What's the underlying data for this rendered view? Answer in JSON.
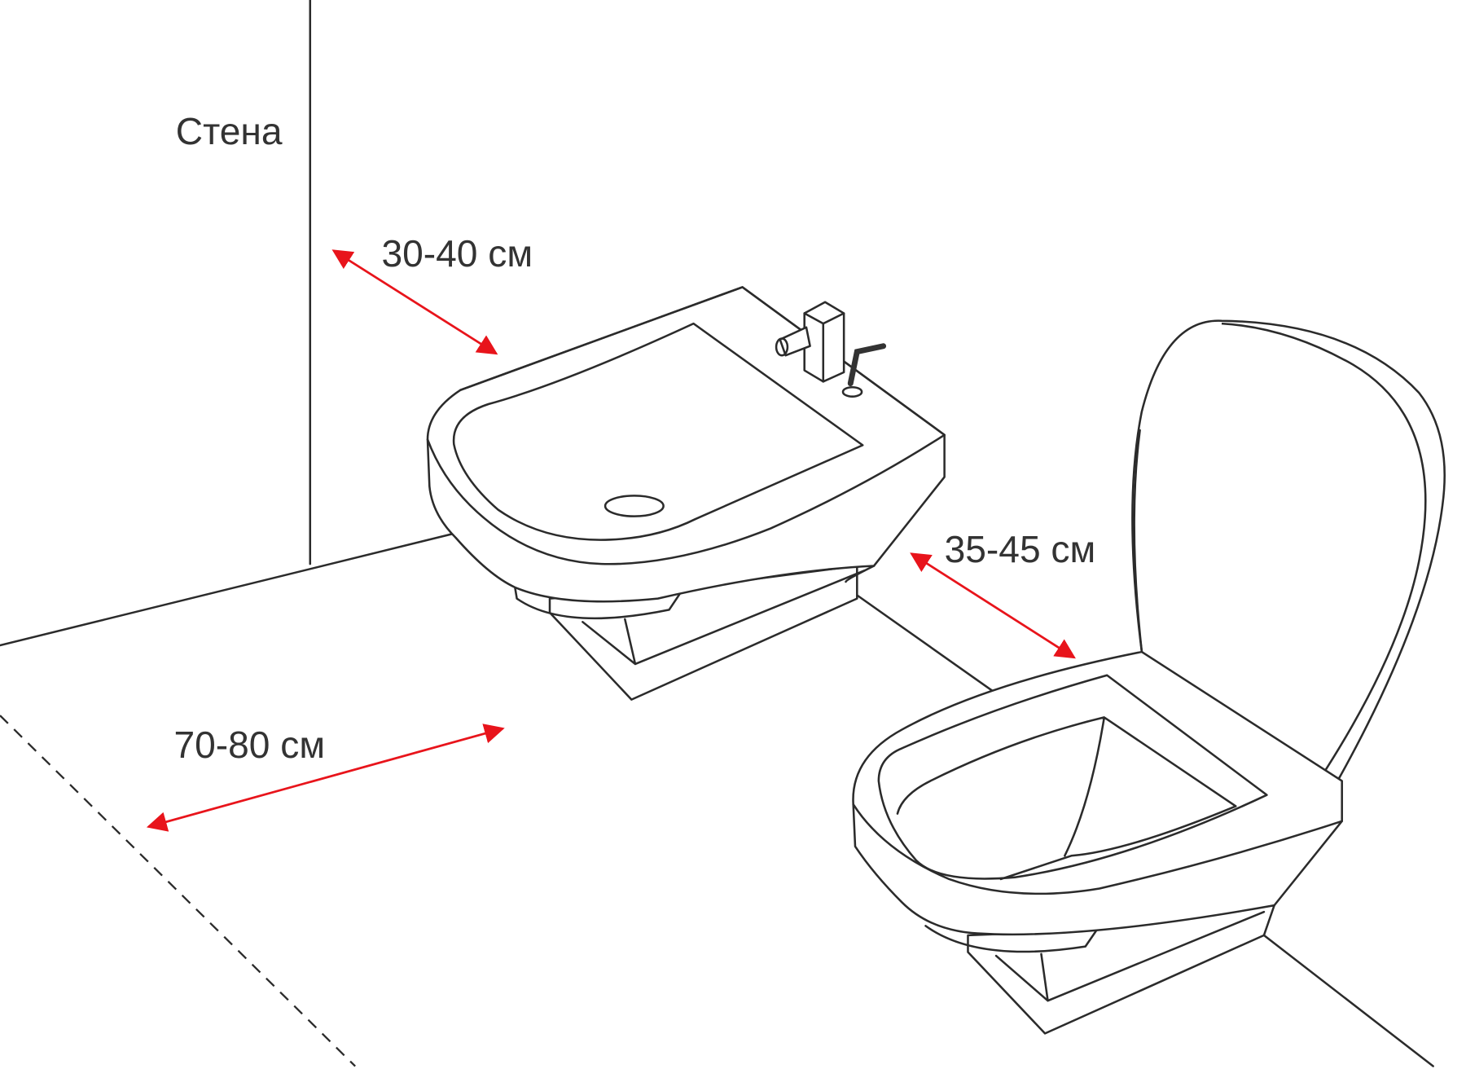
{
  "labels": {
    "wall": "Стена",
    "bidet_to_wall": "30-40 см",
    "bidet_to_toilet": "35-45 см",
    "front_clearance": "70-80 см"
  },
  "colors": {
    "arrow": "#e8141b",
    "line": "#2b2b2b",
    "text": "#333333"
  }
}
